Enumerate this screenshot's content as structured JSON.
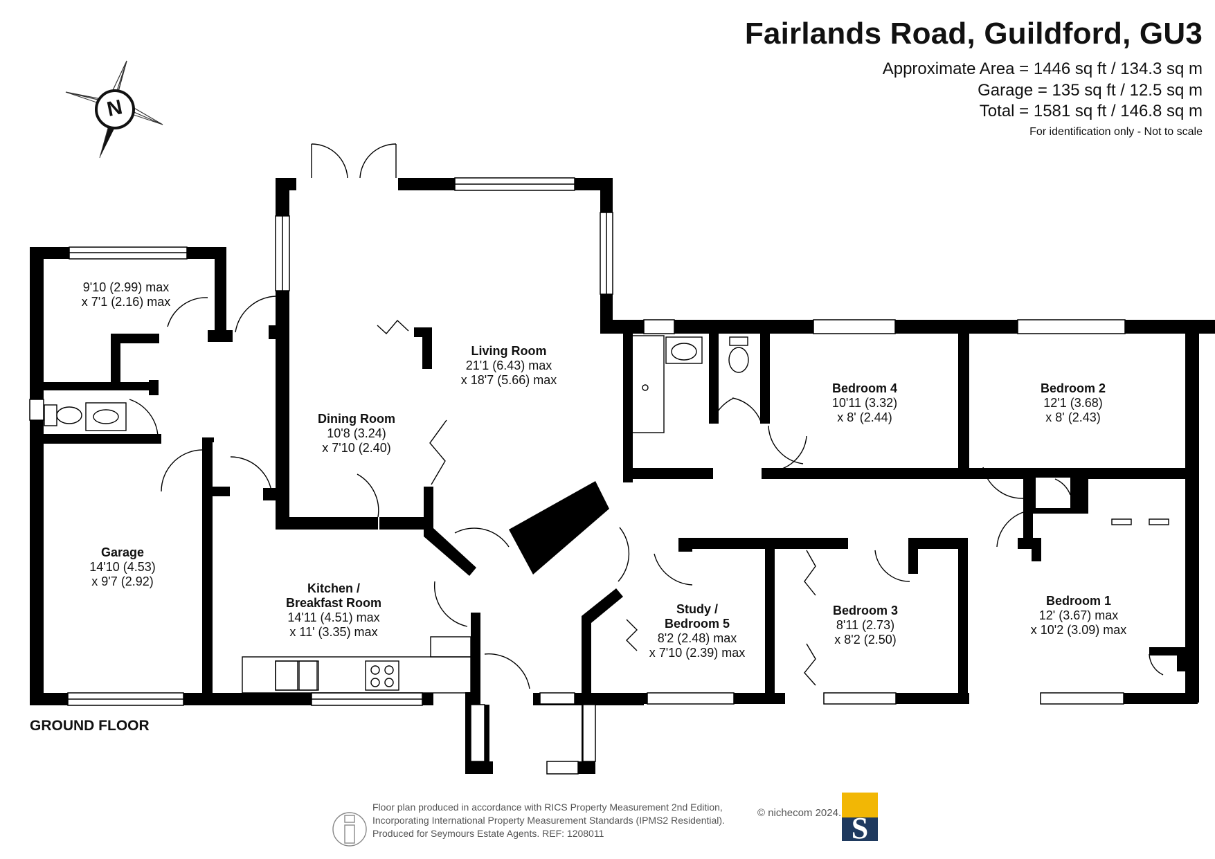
{
  "header": {
    "title": "Fairlands Road, Guildford, GU3",
    "approx_area": "Approximate Area = 1446 sq ft / 134.3 sq m",
    "garage_area": "Garage = 135 sq ft / 12.5 sq m",
    "total_area": "Total = 1581 sq ft / 146.8 sq m",
    "note": "For identification only - Not to scale"
  },
  "compass": {
    "letter": "N",
    "icon": "compass-icon"
  },
  "floor_label": "GROUND FLOOR",
  "rooms": {
    "utility": {
      "name": "",
      "dim1": "9'10 (2.99) max",
      "dim2": "x 7'1 (2.16) max"
    },
    "garage": {
      "name": "Garage",
      "dim1": "14'10 (4.53)",
      "dim2": "x 9'7 (2.92)"
    },
    "dining": {
      "name": "Dining Room",
      "dim1": "10'8 (3.24)",
      "dim2": "x 7'10 (2.40)"
    },
    "living": {
      "name": "Living Room",
      "dim1": "21'1 (6.43) max",
      "dim2": "x 18'7 (5.66) max"
    },
    "kitchen": {
      "name1": "Kitchen /",
      "name2": "Breakfast Room",
      "dim1": "14'11 (4.51) max",
      "dim2": "x 11' (3.35) max"
    },
    "study": {
      "name1": "Study /",
      "name2": "Bedroom 5",
      "dim1": "8'2 (2.48) max",
      "dim2": "x 7'10 (2.39) max"
    },
    "bedroom4": {
      "name": "Bedroom 4",
      "dim1": "10'11 (3.32)",
      "dim2": "x 8' (2.44)"
    },
    "bedroom2": {
      "name": "Bedroom 2",
      "dim1": "12'1 (3.68)",
      "dim2": "x 8' (2.43)"
    },
    "bedroom3": {
      "name": "Bedroom 3",
      "dim1": "8'11 (2.73)",
      "dim2": "x 8'2 (2.50)"
    },
    "bedroom1": {
      "name": "Bedroom 1",
      "dim1": "12' (3.67) max",
      "dim2": "x 10'2 (3.09) max"
    }
  },
  "footer": {
    "line1": "Floor plan produced in accordance with RICS Property Measurement 2nd Edition,",
    "line2": "Incorporating International Property Measurement Standards (IPMS2 Residential).",
    "line3": "Produced for Seymours Estate Agents.   REF: 1208011",
    "copyright": "© nichecom 2024.",
    "logo_letter": "S",
    "logo_colors": {
      "top": "#f2b705",
      "bottom": "#1f3a5f"
    }
  }
}
